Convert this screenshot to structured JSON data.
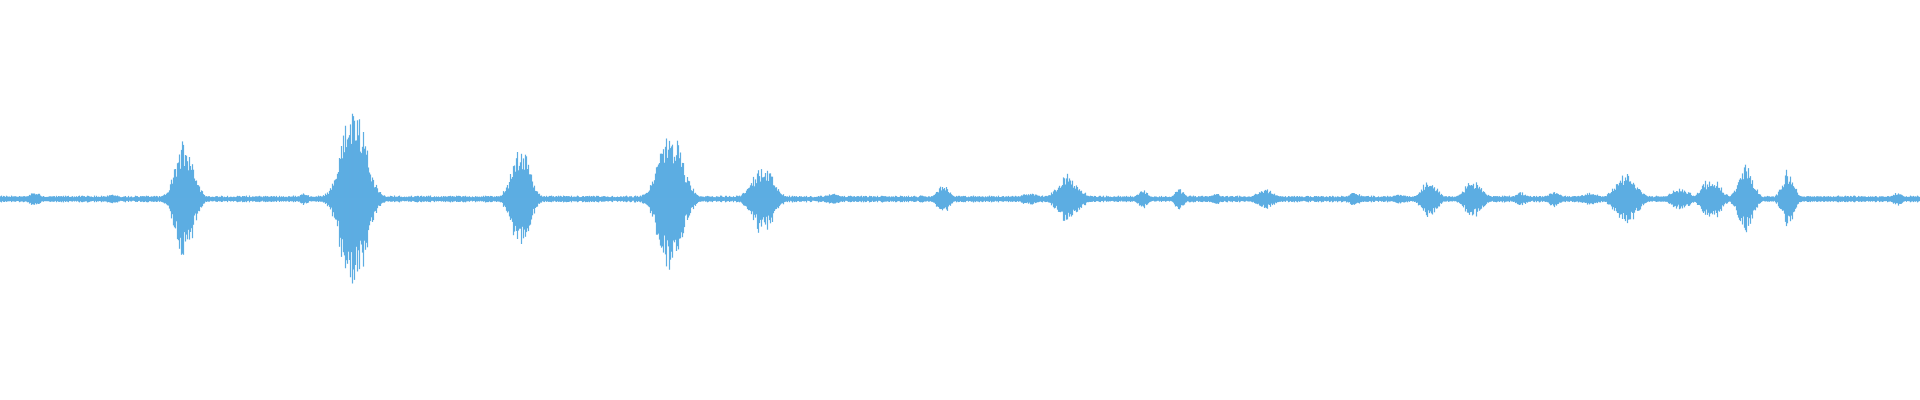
{
  "waveform": {
    "color": "#5DADE2",
    "background": "#FFFFFF",
    "baseline_amplitude": 0.02,
    "bursts": [
      {
        "t": 0.018,
        "amp": 0.06,
        "width": 0.004
      },
      {
        "t": 0.058,
        "amp": 0.04,
        "width": 0.004
      },
      {
        "t": 0.096,
        "amp": 0.62,
        "width": 0.006
      },
      {
        "t": 0.158,
        "amp": 0.05,
        "width": 0.003
      },
      {
        "t": 0.184,
        "amp": 1.0,
        "width": 0.008
      },
      {
        "t": 0.271,
        "amp": 0.53,
        "width": 0.006
      },
      {
        "t": 0.349,
        "amp": 0.7,
        "width": 0.008
      },
      {
        "t": 0.397,
        "amp": 0.35,
        "width": 0.007
      },
      {
        "t": 0.434,
        "amp": 0.05,
        "width": 0.005
      },
      {
        "t": 0.491,
        "amp": 0.15,
        "width": 0.004
      },
      {
        "t": 0.536,
        "amp": 0.05,
        "width": 0.006
      },
      {
        "t": 0.556,
        "amp": 0.24,
        "width": 0.007
      },
      {
        "t": 0.595,
        "amp": 0.1,
        "width": 0.003
      },
      {
        "t": 0.614,
        "amp": 0.1,
        "width": 0.003
      },
      {
        "t": 0.633,
        "amp": 0.05,
        "width": 0.003
      },
      {
        "t": 0.659,
        "amp": 0.09,
        "width": 0.006
      },
      {
        "t": 0.705,
        "amp": 0.06,
        "width": 0.004
      },
      {
        "t": 0.729,
        "amp": 0.04,
        "width": 0.004
      },
      {
        "t": 0.744,
        "amp": 0.19,
        "width": 0.005
      },
      {
        "t": 0.767,
        "amp": 0.17,
        "width": 0.006
      },
      {
        "t": 0.792,
        "amp": 0.06,
        "width": 0.004
      },
      {
        "t": 0.809,
        "amp": 0.07,
        "width": 0.004
      },
      {
        "t": 0.828,
        "amp": 0.06,
        "width": 0.005
      },
      {
        "t": 0.847,
        "amp": 0.26,
        "width": 0.007
      },
      {
        "t": 0.875,
        "amp": 0.1,
        "width": 0.006
      },
      {
        "t": 0.891,
        "amp": 0.22,
        "width": 0.006
      },
      {
        "t": 0.909,
        "amp": 0.33,
        "width": 0.005
      },
      {
        "t": 0.931,
        "amp": 0.28,
        "width": 0.004
      },
      {
        "t": 0.988,
        "amp": 0.06,
        "width": 0.003
      }
    ]
  }
}
